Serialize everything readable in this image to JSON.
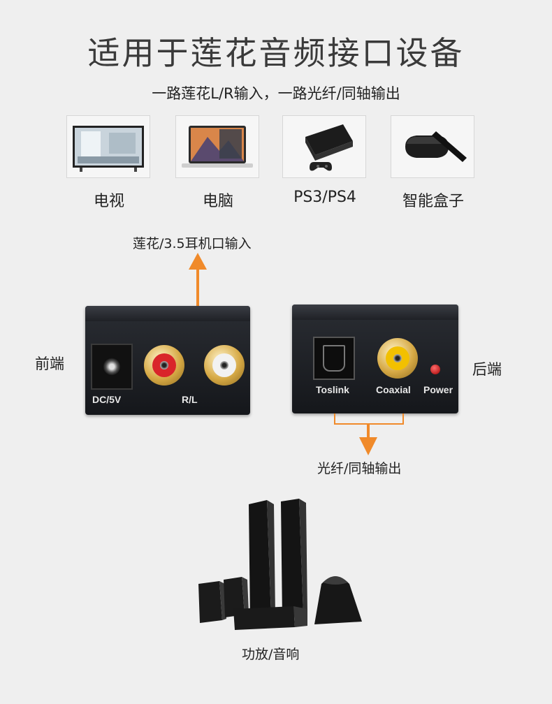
{
  "header": {
    "title": "适用于莲花音频接口设备",
    "subtitle": "一路莲花L/R输入，一路光纤/同轴输出"
  },
  "devices": [
    {
      "label": "电视",
      "icon": "tv-icon"
    },
    {
      "label": "电脑",
      "icon": "laptop-icon"
    },
    {
      "label": "PS3/PS4",
      "icon": "game-console-icon"
    },
    {
      "label": "智能盒子",
      "icon": "tv-box-icon"
    }
  ],
  "front": {
    "side_label": "前端",
    "input_note": "莲花/3.5耳机口输入",
    "dc_label": "DC/5V",
    "rl_label": "R/L"
  },
  "rear": {
    "side_label": "后端",
    "toslink_label": "Toslink",
    "coaxial_label": "Coaxial",
    "power_label": "Power",
    "output_note": "光纤/同轴输出"
  },
  "speakers": {
    "label": "功放/音响"
  },
  "colors": {
    "accent": "#f08a2a",
    "box": "#1c1e22",
    "background": "#efefef"
  }
}
